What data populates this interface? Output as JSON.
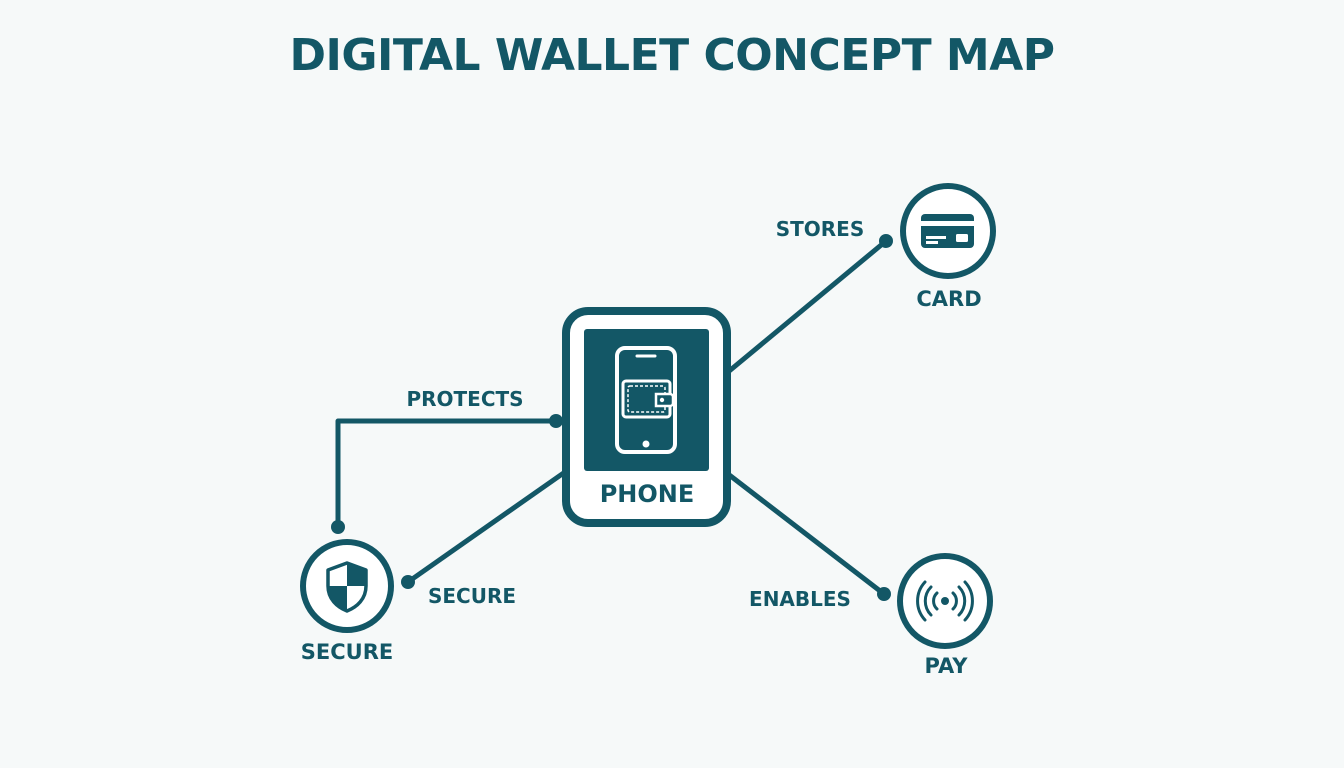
{
  "title": "DIGITAL WALLET CONCEPT MAP",
  "colors": {
    "primary": "#135766",
    "background": "#f6f9f9",
    "inner_light": "#ffffff"
  },
  "nodes": {
    "phone": {
      "label": "PHONE",
      "icon": "phone-wallet-icon"
    },
    "card": {
      "label": "CARD",
      "icon": "credit-card-icon"
    },
    "secure": {
      "label": "SECURE",
      "icon": "shield-icon"
    },
    "pay": {
      "label": "PAY",
      "icon": "contactless-icon"
    }
  },
  "edges": {
    "stores": {
      "label": "STORES",
      "from": "PHONE",
      "to": "CARD"
    },
    "protects": {
      "label": "PROTECTS",
      "from": "SECURE",
      "to": "PHONE"
    },
    "secure": {
      "label": "SECURE",
      "from": "PHONE",
      "to": "SECURE"
    },
    "enables": {
      "label": "ENABLES",
      "from": "PHONE",
      "to": "PAY"
    }
  }
}
